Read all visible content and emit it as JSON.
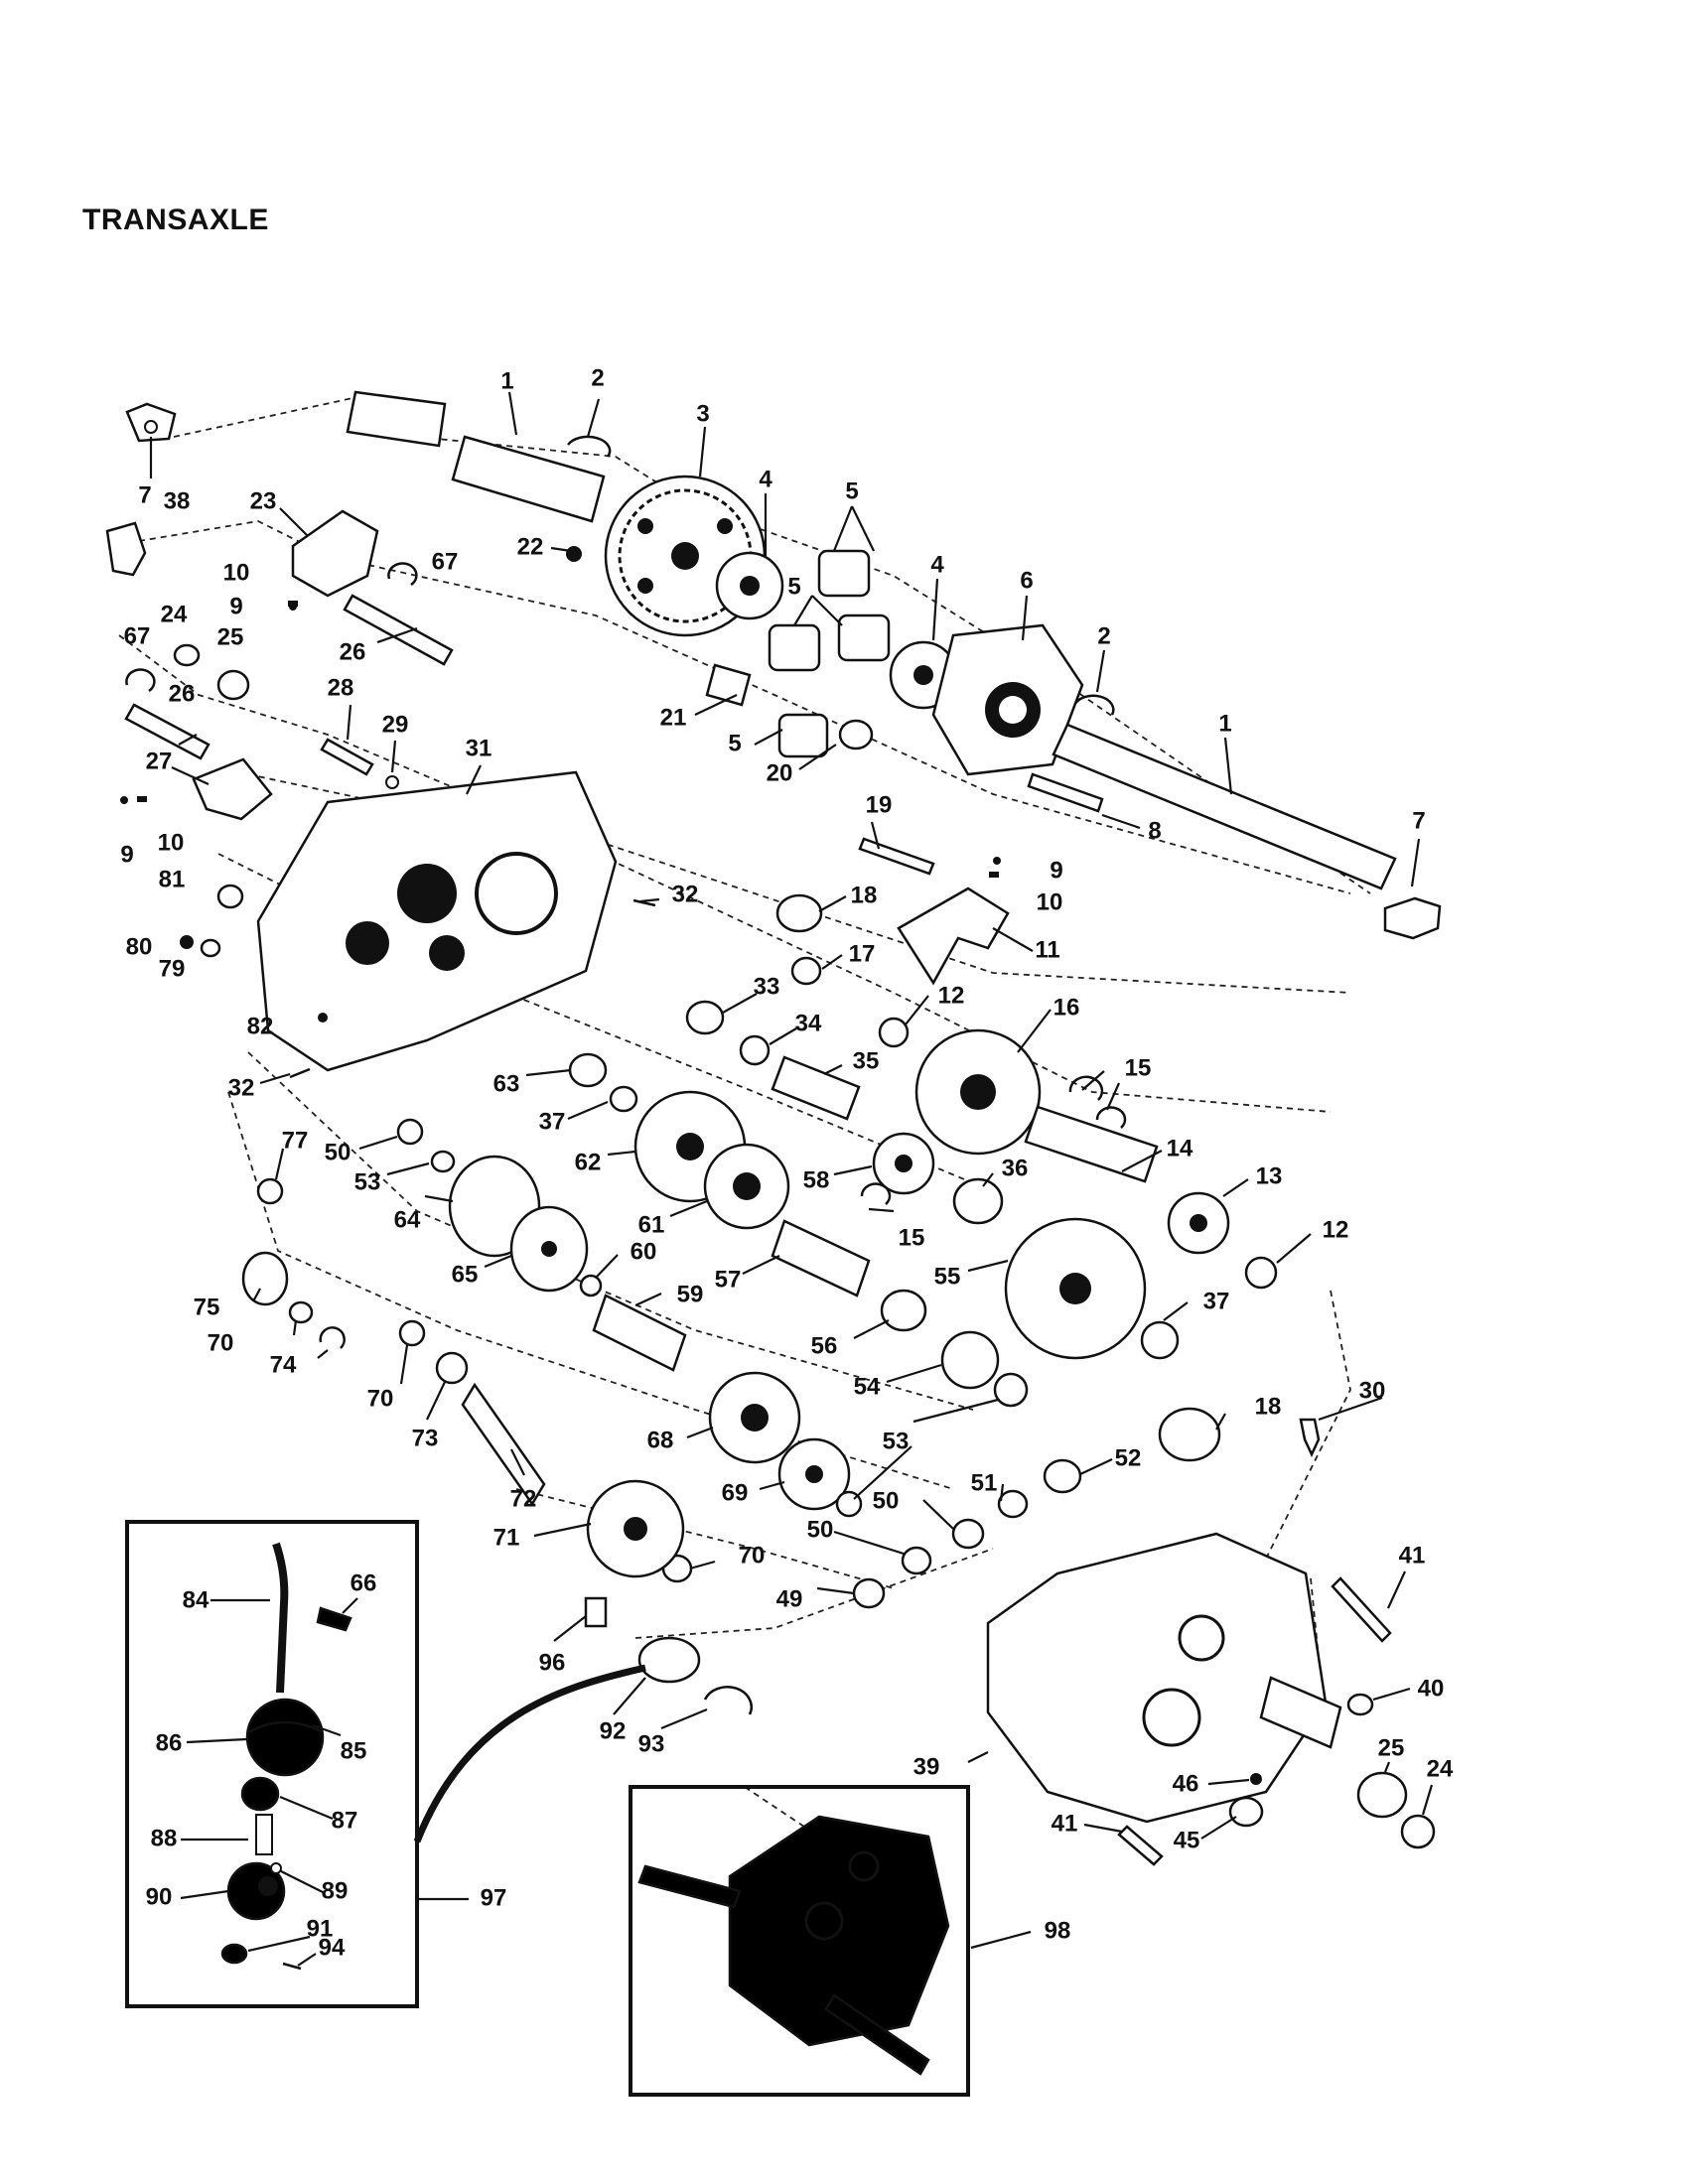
{
  "title": "TRANSAXLE",
  "callouts": [
    "1",
    "2",
    "3",
    "4",
    "5",
    "6",
    "7",
    "8",
    "9",
    "10",
    "11",
    "12",
    "13",
    "14",
    "15",
    "16",
    "17",
    "18",
    "19",
    "20",
    "21",
    "22",
    "23",
    "24",
    "25",
    "26",
    "27",
    "28",
    "29",
    "30",
    "31",
    "32",
    "33",
    "34",
    "35",
    "36",
    "37",
    "38",
    "39",
    "40",
    "41",
    "45",
    "46",
    "49",
    "50",
    "51",
    "52",
    "53",
    "54",
    "55",
    "56",
    "57",
    "58",
    "59",
    "60",
    "61",
    "62",
    "63",
    "64",
    "65",
    "66",
    "67",
    "68",
    "69",
    "70",
    "71",
    "72",
    "73",
    "74",
    "75",
    "77",
    "79",
    "80",
    "81",
    "82",
    "84",
    "85",
    "86",
    "87",
    "88",
    "89",
    "90",
    "91",
    "92",
    "93",
    "94",
    "96",
    "97",
    "98"
  ],
  "insets": {
    "shift_lever_assembly": "97",
    "transaxle_assembly": "98"
  }
}
